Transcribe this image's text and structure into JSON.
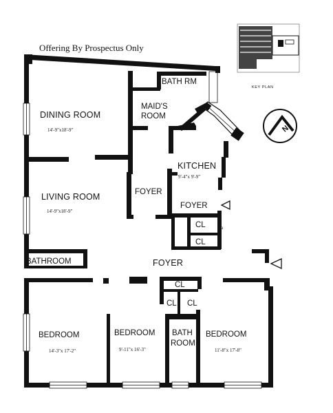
{
  "header": {
    "offering": "Offering By Prospectus Only"
  },
  "key_plan": {
    "label": "KEY PLAN"
  },
  "compass": {
    "north_letter": "N"
  },
  "rooms": {
    "dining": {
      "name": "DINING ROOM",
      "dims": "14'-9\"x18'-9\""
    },
    "living": {
      "name": "LIVING ROOM",
      "dims": "14'-9\"x18'-9\""
    },
    "maids": {
      "name_line1": "MAID'S",
      "name_line2": "ROOM"
    },
    "bath_rm": {
      "name": "BATH RM"
    },
    "kitchen": {
      "name": "KITCHEN",
      "dims": "9'-4\"x 9'-9\""
    },
    "foyer_left": {
      "name": "FOYER"
    },
    "foyer_kitchen": {
      "name": "FOYER"
    },
    "foyer_main": {
      "name": "FOYER"
    },
    "bathroom_left": {
      "name": "BATHROOM"
    },
    "bedroom1": {
      "name": "BEDROOM",
      "dims": "14'-3\"x 17'-2\""
    },
    "bedroom2": {
      "name": "BEDROOM",
      "dims": "9'-11\"x 16'-3\""
    },
    "bedroom3": {
      "name": "BEDROOM",
      "dims": "11'-8\"x 17'-8\""
    },
    "bath_center": {
      "name_line1": "BATH",
      "name_line2": "ROOM"
    },
    "closets": {
      "cl1": "CL",
      "cl2": "CL",
      "cl3": "CL",
      "cl4": "CL",
      "cl5": "CL",
      "small_mark": "a"
    }
  }
}
